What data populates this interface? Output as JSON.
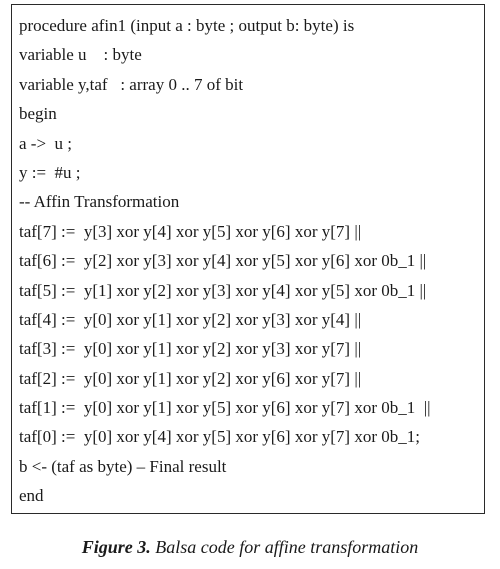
{
  "code": {
    "lines": [
      "procedure afin1 (input a : byte ; output b: byte) is",
      "variable u    : byte",
      "variable y,taf   : array 0 .. 7 of bit",
      "begin",
      "a ->  u ;",
      "y :=  #u ;",
      "-- Affin Transformation",
      "taf[7] :=  y[3] xor y[4] xor y[5] xor y[6] xor y[7] ||",
      "taf[6] :=  y[2] xor y[3] xor y[4] xor y[5] xor y[6] xor 0b_1 ||",
      "taf[5] :=  y[1] xor y[2] xor y[3] xor y[4] xor y[5] xor 0b_1 ||",
      "taf[4] :=  y[0] xor y[1] xor y[2] xor y[3] xor y[4] ||",
      "taf[3] :=  y[0] xor y[1] xor y[2] xor y[3] xor y[7] ||",
      "taf[2] :=  y[0] xor y[1] xor y[2] xor y[6] xor y[7] ||",
      "taf[1] :=  y[0] xor y[1] xor y[5] xor y[6] xor y[7] xor 0b_1  ||",
      "taf[0] :=  y[0] xor y[4] xor y[5] xor y[6] xor y[7] xor 0b_1;",
      "b <- (taf as byte) – Final result",
      "end"
    ]
  },
  "caption": {
    "label": "Figure 3.",
    "text": " Balsa code for affine transformation"
  }
}
